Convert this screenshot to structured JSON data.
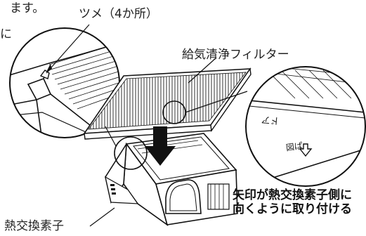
{
  "fragments": {
    "top_text": "ます。",
    "left_text": "に"
  },
  "labels": {
    "tabs": "ツメ（4か所）",
    "filter": "給気清浄フィルター",
    "element": "熱交換素子"
  },
  "zoom_text": {
    "mirrored": "ドア",
    "upper_marking": "図ぱ"
  },
  "note": "矢印が熱交換素子側に向くように取り付ける"
}
